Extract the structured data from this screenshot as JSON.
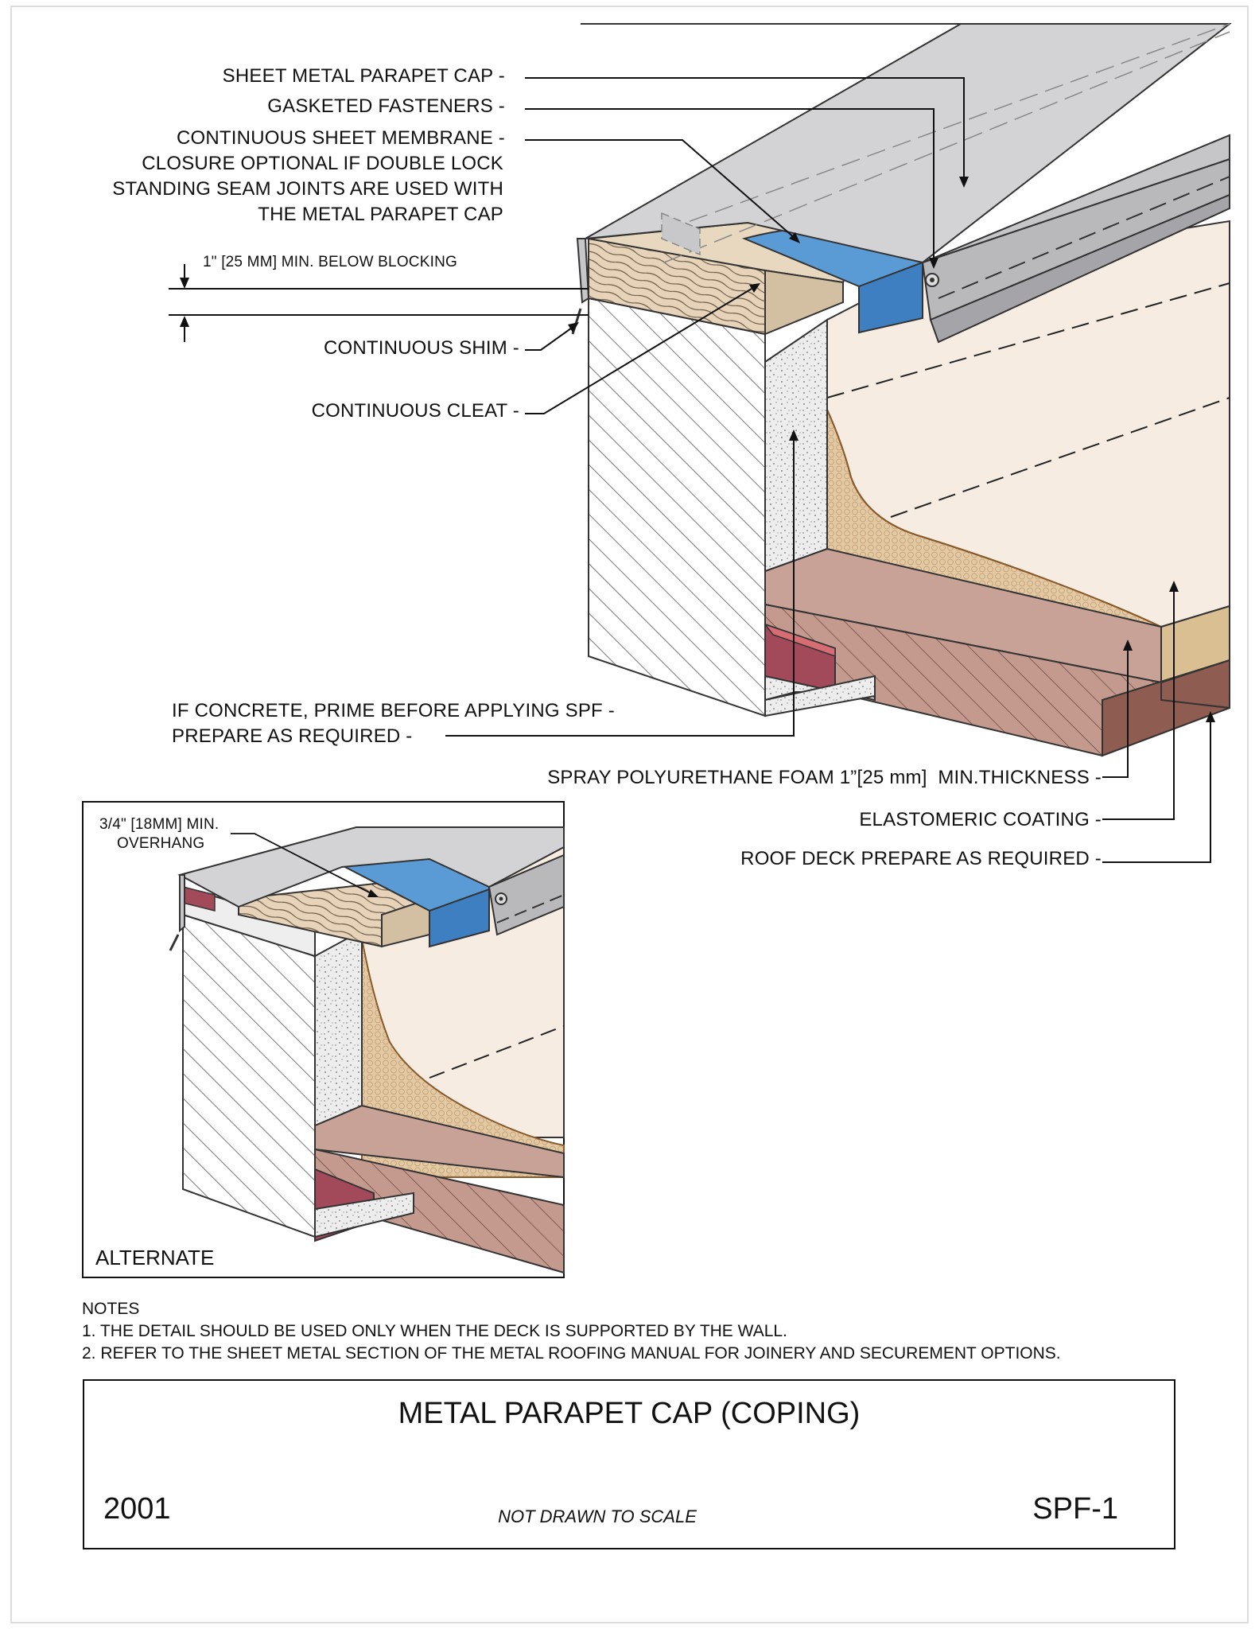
{
  "callouts": {
    "parapet_cap": "SHEET METAL PARAPET CAP -",
    "fasteners": "GASKETED FASTENERS -",
    "membrane_1": "CONTINUOUS SHEET MEMBRANE -",
    "membrane_2": "CLOSURE OPTIONAL IF DOUBLE LOCK",
    "membrane_3": "STANDING SEAM JOINTS ARE USED WITH",
    "membrane_4": "THE METAL PARAPET CAP",
    "blocking": "1\" [25 MM] MIN. BELOW BLOCKING",
    "shim": "CONTINUOUS SHIM -",
    "cleat": "CONTINUOUS CLEAT -",
    "concrete_1": "IF CONCRETE, PRIME BEFORE APPLYING SPF -",
    "concrete_2": "PREPARE AS REQUIRED -",
    "spf": "SPRAY POLYURETHANE FOAM 1”[25 mm]  MIN.THICKNESS -",
    "coating": "ELASTOMERIC COATING -",
    "deck": "ROOF DECK PREPARE AS REQUIRED -"
  },
  "inset": {
    "overhang_1": "3/4\" [18MM] MIN.",
    "overhang_2": "OVERHANG",
    "label": "ALTERNATE"
  },
  "notes": {
    "heading": "NOTES",
    "items": [
      "1. THE DETAIL SHOULD BE USED ONLY WHEN THE DECK IS SUPPORTED BY THE WALL.",
      "2. REFER TO THE SHEET METAL SECTION OF THE METAL ROOFING MANUAL FOR JOINERY AND SECUREMENT OPTIONS."
    ]
  },
  "title_block": {
    "title": "METAL PARAPET CAP (COPING)",
    "year": "2001",
    "scale_note": "NOT DRAWN TO SCALE",
    "code": "SPF-1"
  },
  "colors": {
    "metal_cap": "#d3d3d5",
    "membrane": "#5b9bd5",
    "wood_blocking": "#e9d8c0",
    "insulation_concrete": "#e8e8e8",
    "spf_foam": "#e3c9a4",
    "coating": "#f7ece2",
    "deck": "#c49a8e",
    "deck_support": "#a24a5a"
  }
}
